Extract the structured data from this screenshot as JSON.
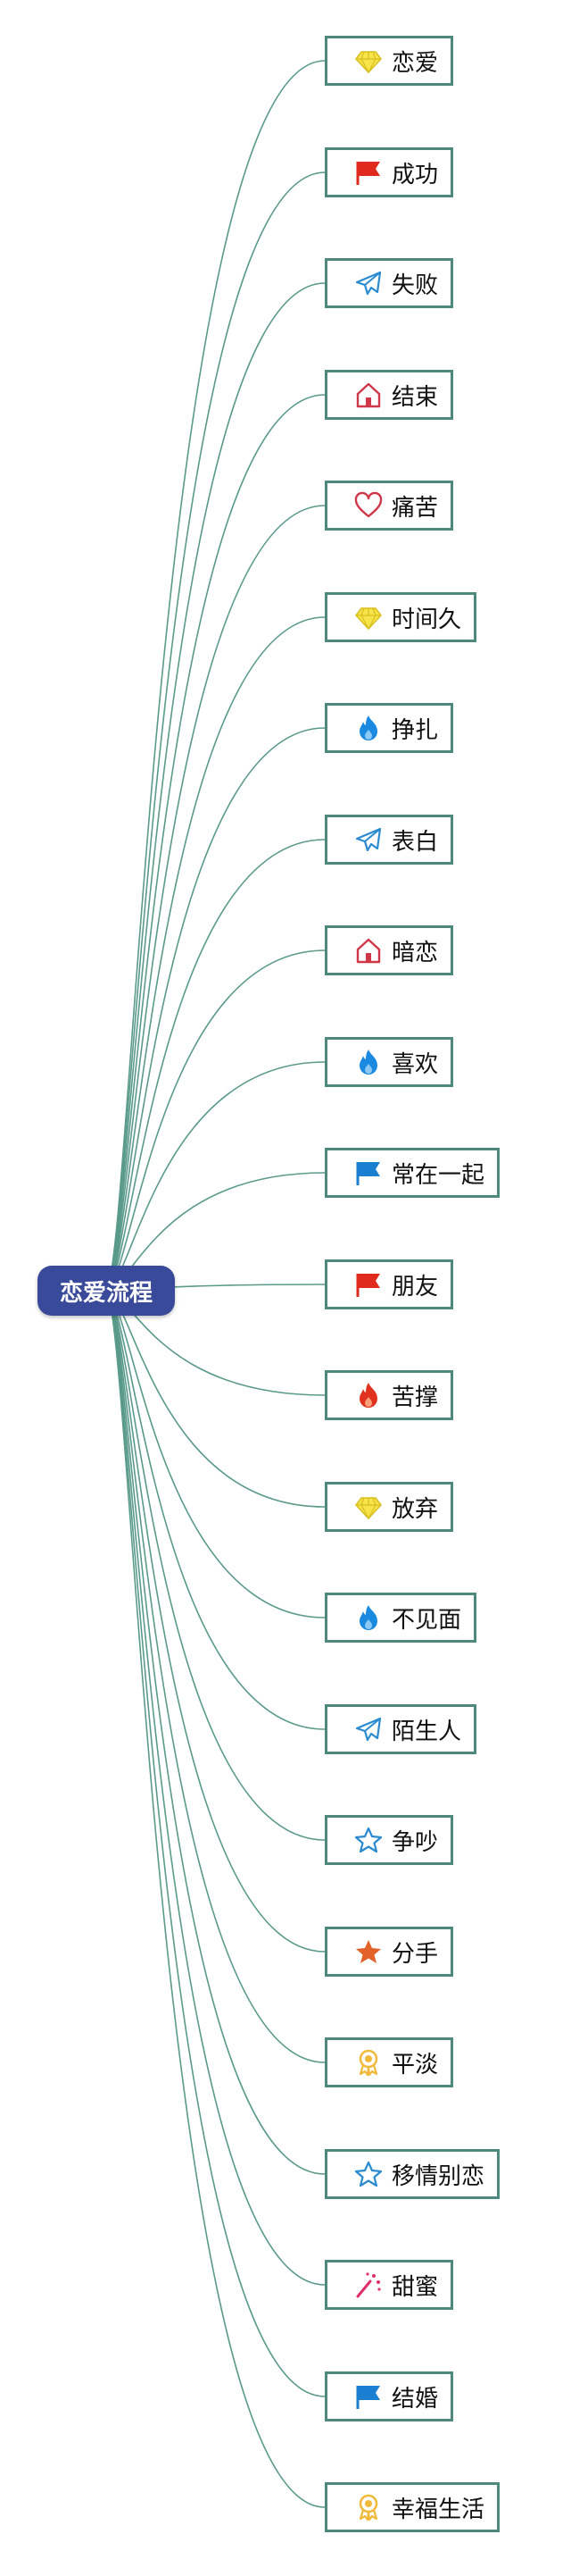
{
  "root": {
    "label": "恋爱流程"
  },
  "colors": {
    "link": "#5a9a8a",
    "node_border": "#4d8a7d",
    "root_fill": "#3a4a9a"
  },
  "nodes": [
    {
      "label": "恋爱",
      "icon": "diamond-yellow"
    },
    {
      "label": "成功",
      "icon": "flag-red"
    },
    {
      "label": "失败",
      "icon": "paper-plane-blue"
    },
    {
      "label": "结束",
      "icon": "house-red"
    },
    {
      "label": "痛苦",
      "icon": "heart-red"
    },
    {
      "label": "时间久",
      "icon": "diamond-yellow"
    },
    {
      "label": "挣扎",
      "icon": "fire-blue"
    },
    {
      "label": "表白",
      "icon": "paper-plane-blue"
    },
    {
      "label": "暗恋",
      "icon": "house-red"
    },
    {
      "label": "喜欢",
      "icon": "fire-blue"
    },
    {
      "label": "常在一起",
      "icon": "flag-blue"
    },
    {
      "label": "朋友",
      "icon": "flag-red"
    },
    {
      "label": "苦撑",
      "icon": "fire-red"
    },
    {
      "label": "放弃",
      "icon": "diamond-yellow"
    },
    {
      "label": "不见面",
      "icon": "fire-blue"
    },
    {
      "label": "陌生人",
      "icon": "paper-plane-blue"
    },
    {
      "label": "争吵",
      "icon": "star-outline-blue"
    },
    {
      "label": "分手",
      "icon": "star-orange"
    },
    {
      "label": "平淡",
      "icon": "award-yellow"
    },
    {
      "label": "移情别恋",
      "icon": "star-outline-blue"
    },
    {
      "label": "甜蜜",
      "icon": "magic-wand-pink"
    },
    {
      "label": "结婚",
      "icon": "flag-blue"
    },
    {
      "label": "幸福生活",
      "icon": "award-yellow"
    }
  ]
}
